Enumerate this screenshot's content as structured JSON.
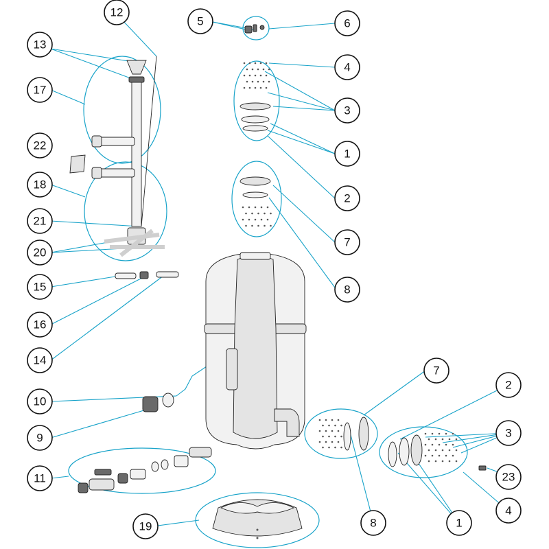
{
  "callouts": [
    {
      "id": "c12",
      "label": "12"
    },
    {
      "id": "c13",
      "label": "13"
    },
    {
      "id": "c17",
      "label": "17"
    },
    {
      "id": "c22",
      "label": "22"
    },
    {
      "id": "c18",
      "label": "18"
    },
    {
      "id": "c21",
      "label": "21"
    },
    {
      "id": "c20",
      "label": "20"
    },
    {
      "id": "c15",
      "label": "15"
    },
    {
      "id": "c16",
      "label": "16"
    },
    {
      "id": "c14",
      "label": "14"
    },
    {
      "id": "c10",
      "label": "10"
    },
    {
      "id": "c9",
      "label": "9"
    },
    {
      "id": "c11",
      "label": "11"
    },
    {
      "id": "c19",
      "label": "19"
    },
    {
      "id": "c5",
      "label": "5"
    },
    {
      "id": "c6",
      "label": "6"
    },
    {
      "id": "c4a",
      "label": "4"
    },
    {
      "id": "c3a",
      "label": "3"
    },
    {
      "id": "c1a",
      "label": "1"
    },
    {
      "id": "c2a",
      "label": "2"
    },
    {
      "id": "c7a",
      "label": "7"
    },
    {
      "id": "c8a",
      "label": "8"
    },
    {
      "id": "c7b",
      "label": "7"
    },
    {
      "id": "c2b",
      "label": "2"
    },
    {
      "id": "c3b",
      "label": "3"
    },
    {
      "id": "c23",
      "label": "23"
    },
    {
      "id": "c4b",
      "label": "4"
    },
    {
      "id": "c1b",
      "label": "1"
    },
    {
      "id": "c8b",
      "label": "8"
    }
  ],
  "colors": {
    "leader": "#18a3c9",
    "outline": "#222222",
    "part_fill": "#e4e4e4"
  }
}
